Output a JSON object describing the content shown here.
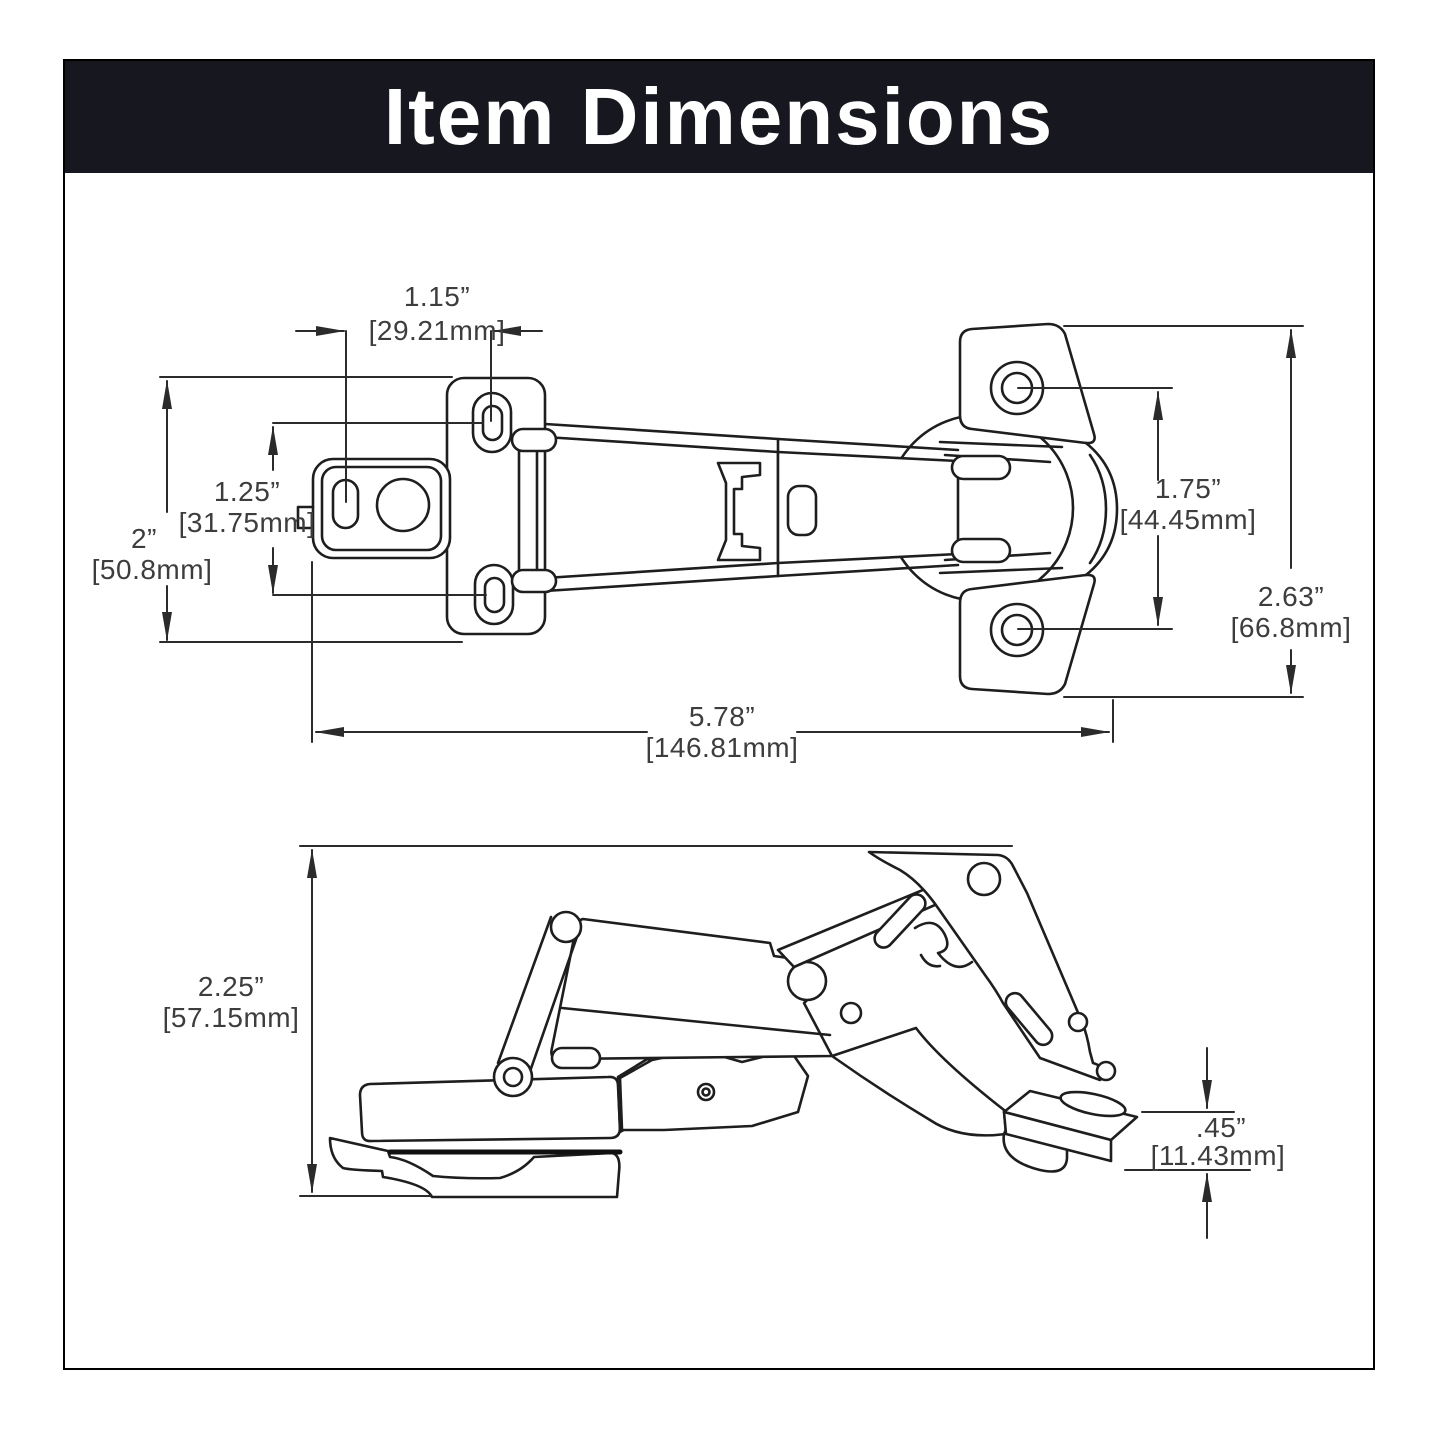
{
  "header": {
    "title": "Item Dimensions"
  },
  "colors": {
    "header_bg": "#17171f",
    "header_text": "#ffffff",
    "line": "#1e1e1e",
    "dim_text": "#3d3d3d",
    "page_border": "#000000",
    "canvas": "#ffffff"
  },
  "views": {
    "top": {
      "label": "hinge-top-view",
      "dims": {
        "slot_spacing": {
          "in": "1.15”",
          "mm": "[29.21mm]"
        },
        "plate_height": {
          "in": "2”",
          "mm": "[50.8mm]"
        },
        "slot_span": {
          "in": "1.25”",
          "mm": "[31.75mm]"
        },
        "hole_span": {
          "in": "1.75”",
          "mm": "[44.45mm]"
        },
        "wing_span": {
          "in": "2.63”",
          "mm": "[66.8mm]"
        },
        "overall_length": {
          "in": "5.78”",
          "mm": "[146.81mm]"
        }
      }
    },
    "side": {
      "label": "hinge-side-view",
      "dims": {
        "overall_height": {
          "in": "2.25”",
          "mm": "[57.15mm]"
        },
        "tab_height": {
          "in": ".45”",
          "mm": "[11.43mm]"
        }
      }
    }
  }
}
